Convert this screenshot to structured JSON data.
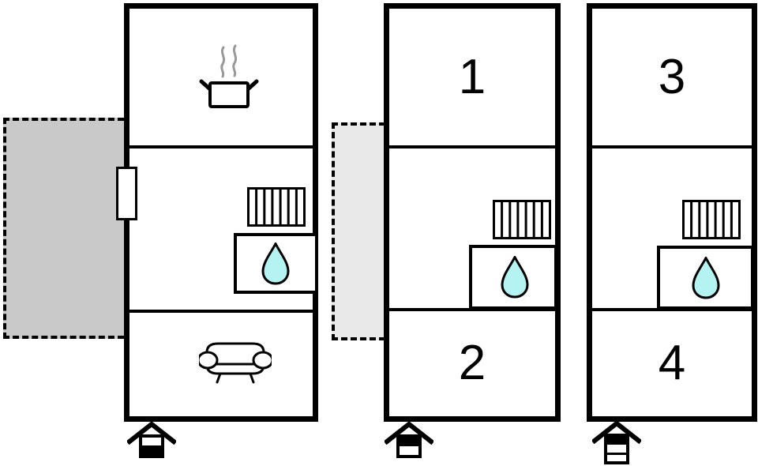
{
  "floorplan": {
    "type": "holiday-home-floor-plan",
    "units": [
      {
        "name": "left-unit",
        "rooms": [
          {
            "name": "kitchen",
            "icon": "cooking-pot-icon"
          },
          {
            "name": "hallway-bathroom",
            "icons": [
              "entrance-door",
              "radiator-icon",
              "water-drop-icon"
            ]
          },
          {
            "name": "living-room",
            "icon": "sofa-icon"
          }
        ],
        "outdoor": {
          "name": "terrace",
          "fill": "#c9c9c9",
          "border": "dashed"
        },
        "entrance_icon": "house-entrance-ground-floor-icon"
      },
      {
        "name": "middle-unit",
        "rooms": [
          {
            "name": "room-1",
            "label": "1"
          },
          {
            "name": "hallway-bathroom",
            "icons": [
              "radiator-icon",
              "water-drop-icon"
            ]
          },
          {
            "name": "room-2",
            "label": "2"
          }
        ],
        "outdoor": {
          "name": "terrace",
          "fill": "#e9e9e9",
          "border": "dashed"
        },
        "entrance_icon": "house-entrance-upper-floor-icon"
      },
      {
        "name": "right-unit",
        "rooms": [
          {
            "name": "room-3",
            "label": "3"
          },
          {
            "name": "hallway-bathroom",
            "icons": [
              "radiator-icon",
              "water-drop-icon"
            ]
          },
          {
            "name": "room-4",
            "label": "4"
          }
        ],
        "entrance_icon": "house-entrance-top-floor-icon"
      }
    ],
    "colors": {
      "wall": "#000000",
      "water_drop": "#b5f2f2",
      "terrace_dark": "#c9c9c9",
      "terrace_light": "#e9e9e9",
      "steam": "#999999",
      "background": "#ffffff"
    }
  }
}
